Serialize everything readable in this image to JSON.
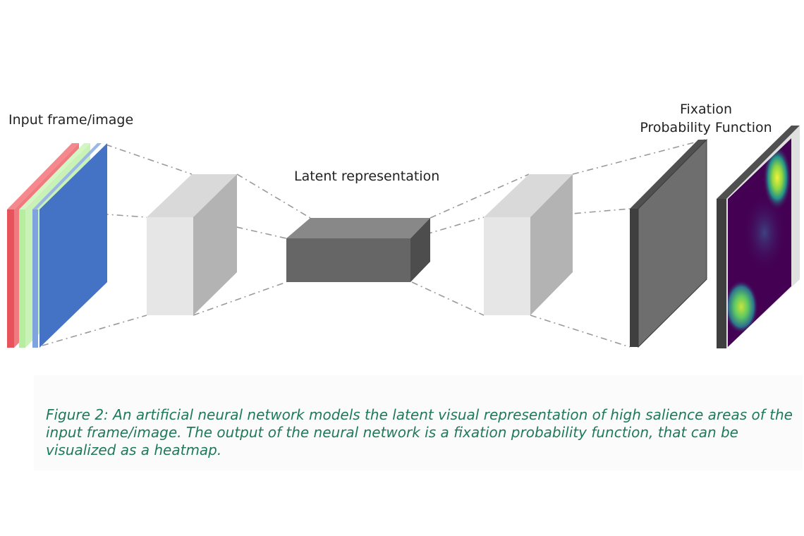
{
  "labels": {
    "input": "Input frame/image",
    "latent": "Latent representation",
    "output_line1": "Fixation",
    "output_line2": "Probability Function"
  },
  "caption": "Figure 2: An artificial neural network models the latent visual representation of high salience areas of the input frame/image. The output of the neural network is a fixation probability function, that can be visualized as a heatmap.",
  "colors": {
    "red_channel": "#e8525a",
    "green_channel": "#b6eea0",
    "blue_channel": "#4472c4",
    "encoder_block": "#e6e6e6",
    "latent_block": "#666666",
    "output_plane": "#6e6e6e",
    "heatmap_background": "#440154",
    "caption_text": "#1f7a5a",
    "connector": "#9a9a9a"
  }
}
